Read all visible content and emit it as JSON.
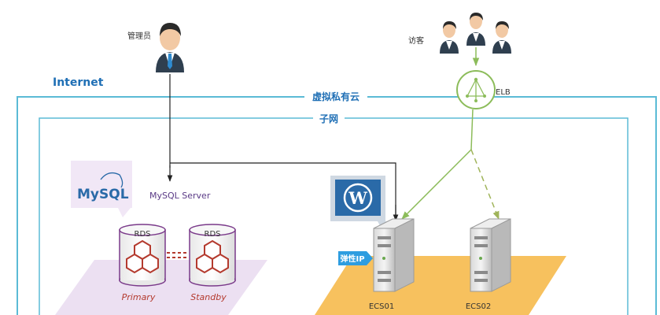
{
  "labels": {
    "admin": "管理员",
    "visitors": "访客",
    "internet": "Internet",
    "vpc": "虚拟私有云",
    "subnet": "子网",
    "elb": "ELB",
    "mysql_logo_text": "MySQL",
    "mysql_server": "MySQL Server",
    "rds_primary_tag": "RDS",
    "rds_standby_tag": "RDS",
    "primary": "Primary",
    "standby": "Standby",
    "wordpress_letter": "W",
    "elastic_ip": "弹性IP",
    "ecs01": "ECS01",
    "ecs02": "ECS02"
  },
  "colors": {
    "frame_blue": "#5bbbd6",
    "text_blue": "#1f6fb5",
    "elb_green": "#8cbc5a",
    "dashed_green": "#a0b45a",
    "platform_orange": "#f7c15e",
    "platform_purple": "#ece0f2",
    "rds_red": "#b43a2e",
    "wordpress_blue": "#2a6aa8",
    "db_label_purple": "#5a3a86"
  },
  "icons": {
    "admin": "person-icon",
    "visitors": "people-group-icon",
    "elb": "load-balancer-icon",
    "database": "database-cylinder-icon",
    "server": "server-tower-icon",
    "wordpress": "wordpress-logo-icon",
    "mysql": "mysql-logo-icon"
  }
}
